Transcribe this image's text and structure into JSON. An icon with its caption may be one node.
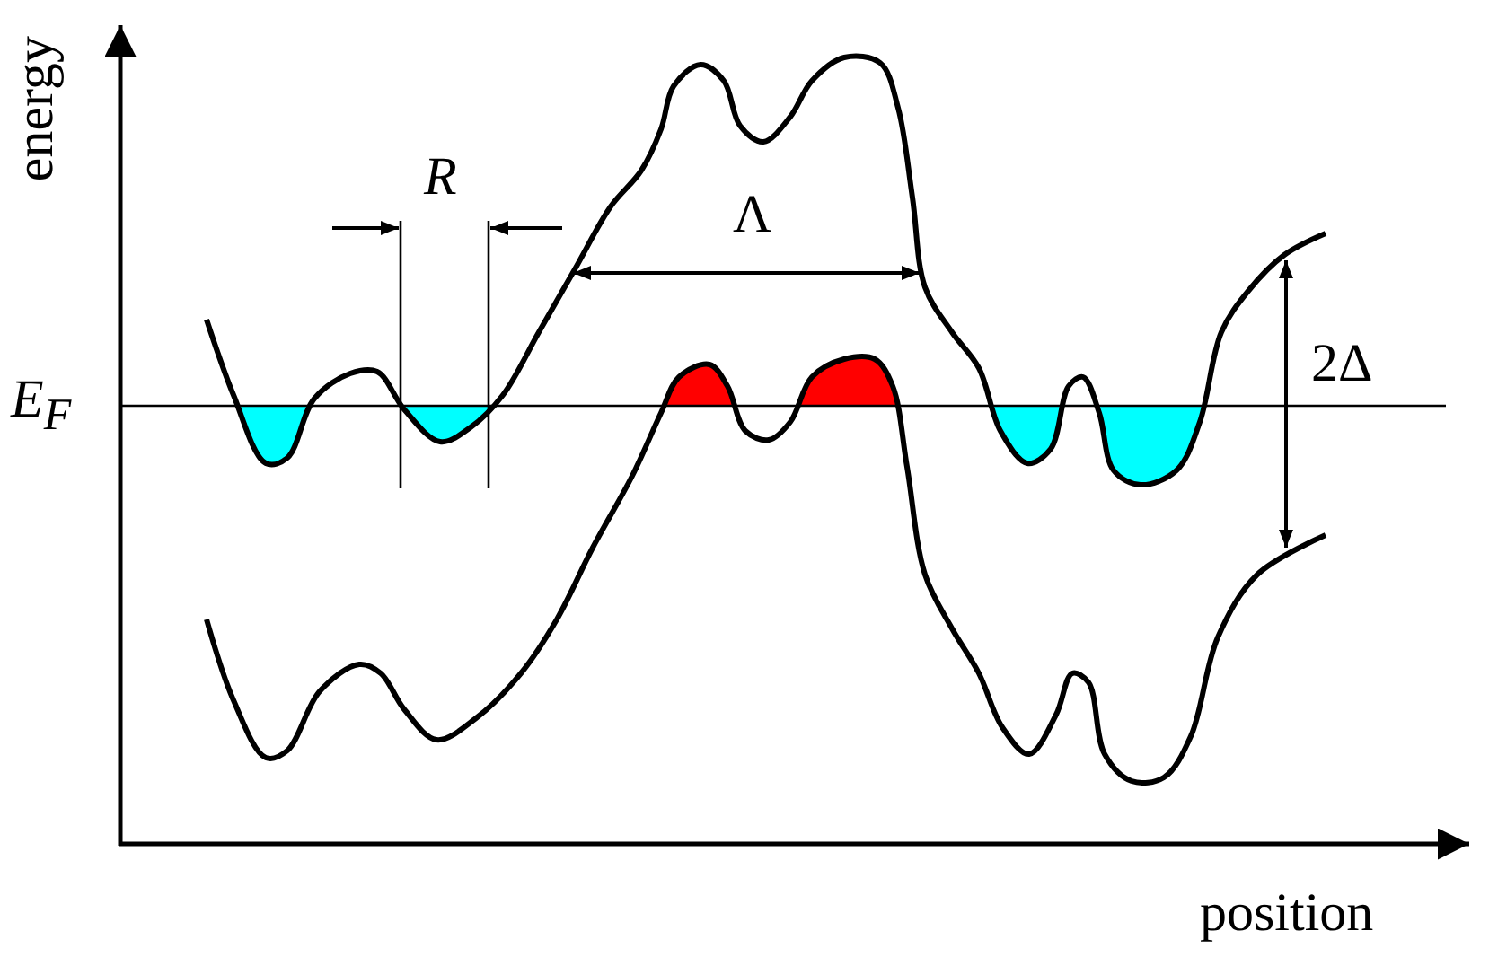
{
  "diagram": {
    "labels": [
      "energy",
      "R",
      "Λ",
      "E$_{F}$",
      "2Δ",
      "position"
    ]
  }
}
